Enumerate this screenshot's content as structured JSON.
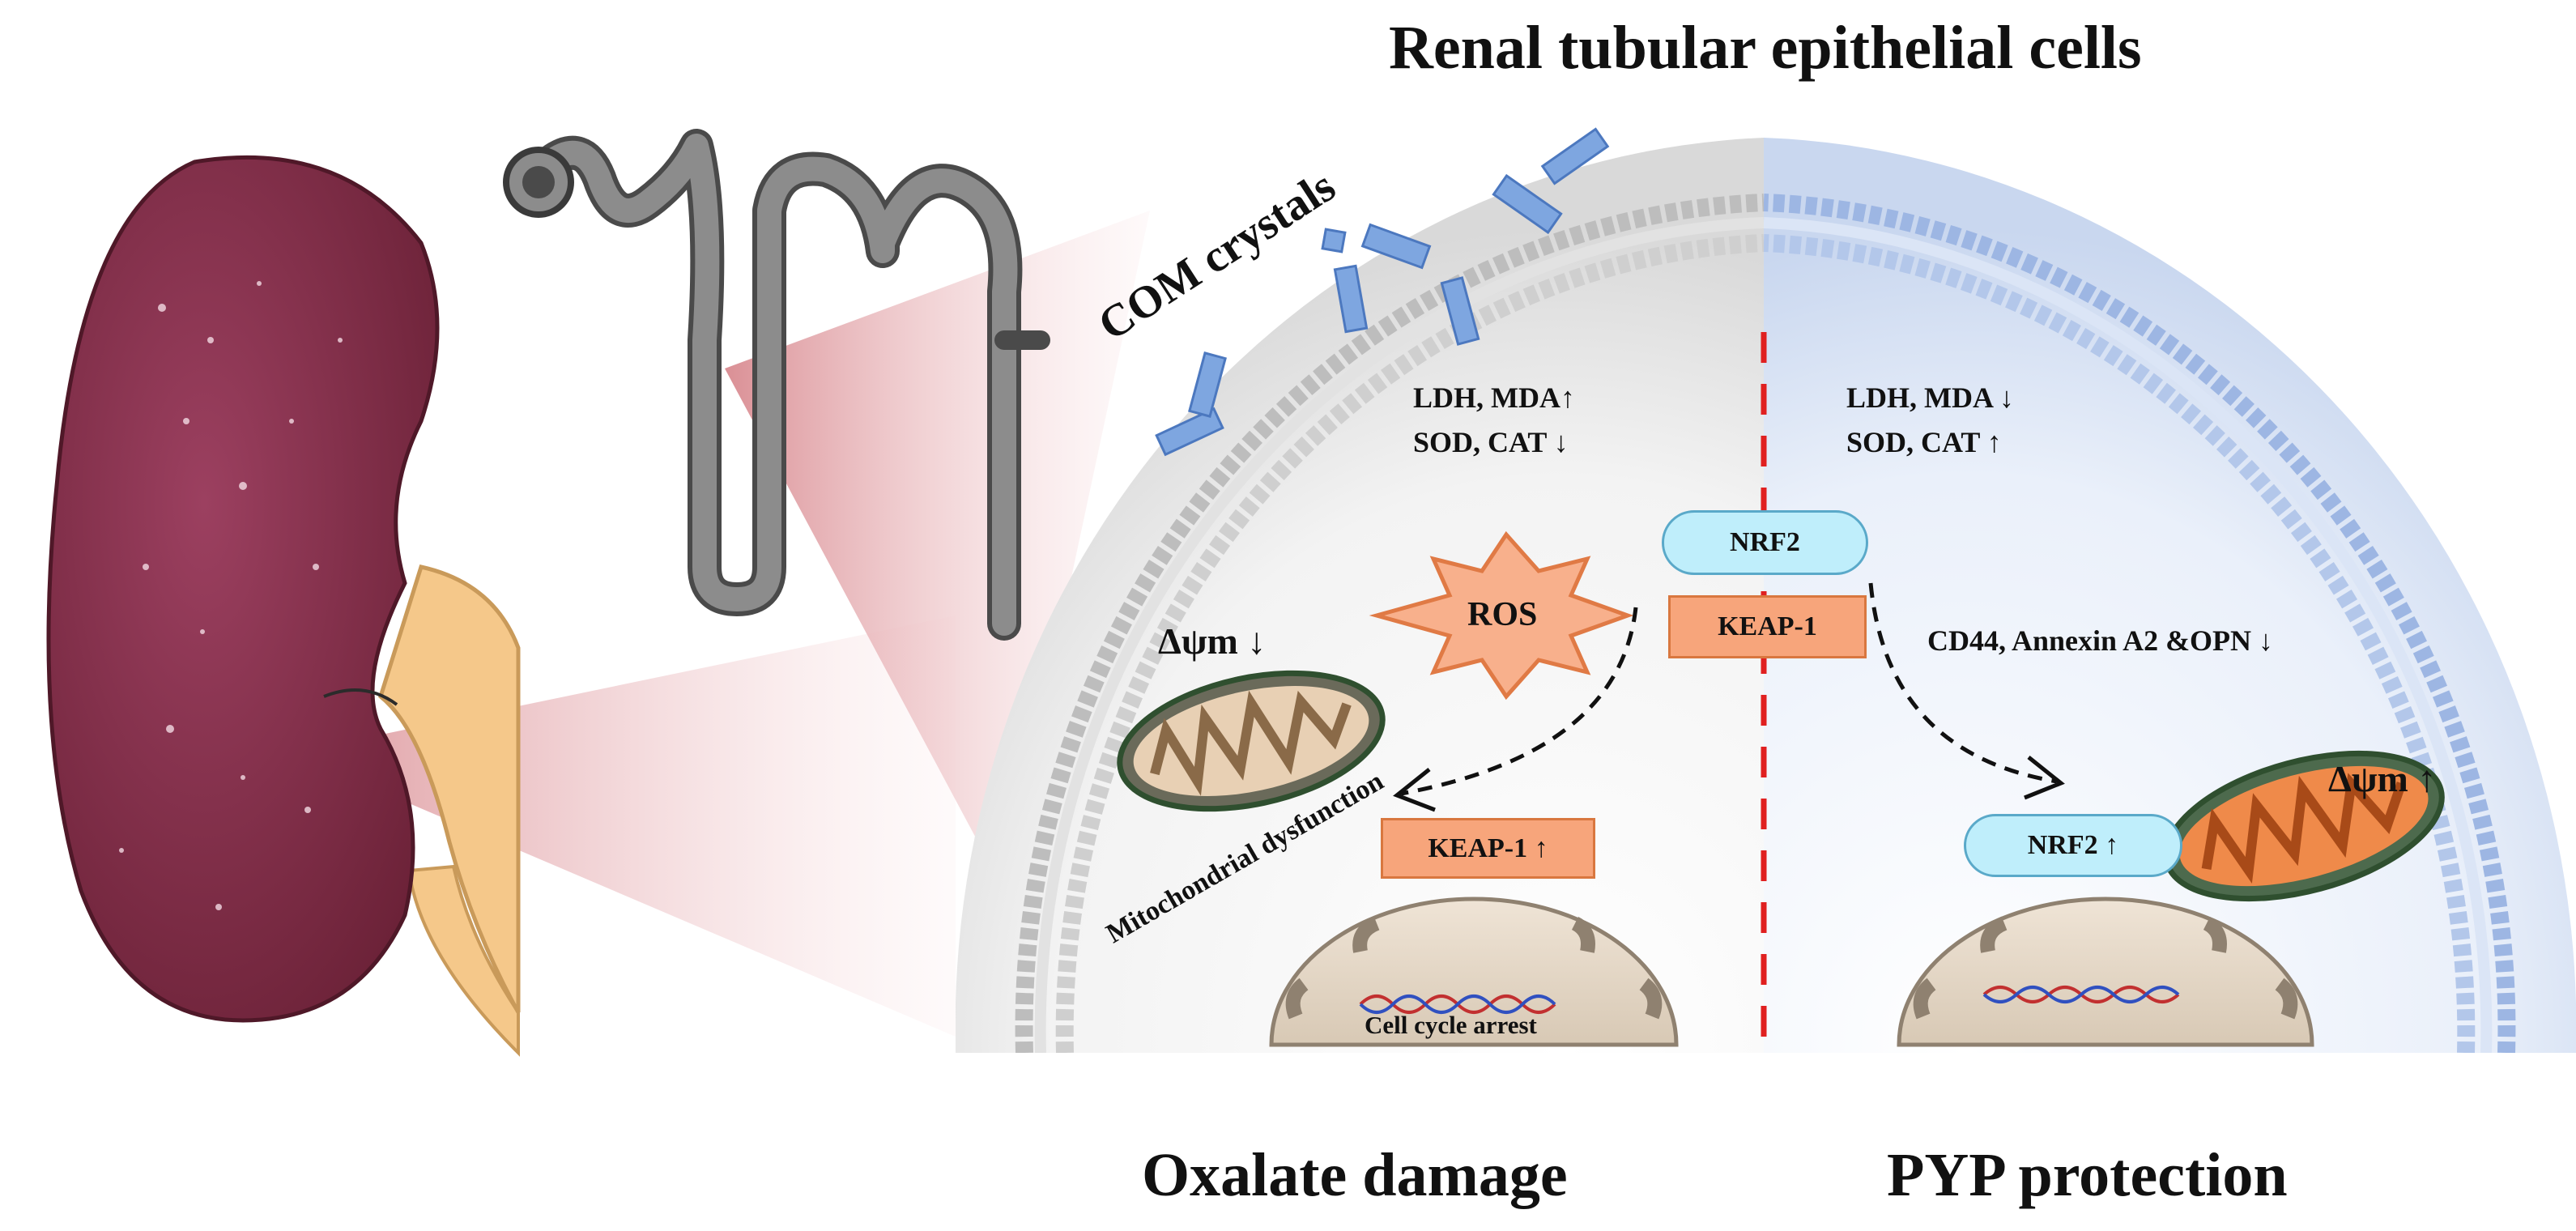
{
  "title": "Renal tubular epithelial cells",
  "left_section": "Oxalate damage",
  "right_section": "PYP protection",
  "crystals_label": "COM crystals",
  "left_markers_1": "LDH, MDA↑",
  "left_markers_2": "SOD, CAT  ↓",
  "right_markers_1": "LDH, MDA ↓",
  "right_markers_2": "SOD, CAT  ↑",
  "ros": "ROS",
  "left_membrane_potential": "Δψm ↓",
  "right_membrane_potential": "Δψm ↑",
  "mito_dysfunction": "Mitochondrial dysfunction",
  "nrf2_center": "NRF2",
  "keap1_center": "KEAP-1",
  "keap1_up": "KEAP-1 ↑",
  "nrf2_up": "NRF2 ↑",
  "right_proteins": "CD44, Annexin A2 &OPN ↓",
  "cell_cycle": "Cell cycle arrest",
  "colors": {
    "kidney": "#8a3550",
    "ureter": "#f5c88a",
    "nephron": "#8c8c8c",
    "crystal": "#7ea6e0",
    "divider": "#e02020",
    "nrf2_fill": "#bfeefb",
    "keap1_fill": "#f7a57b",
    "ros_fill": "#f8b08c"
  }
}
